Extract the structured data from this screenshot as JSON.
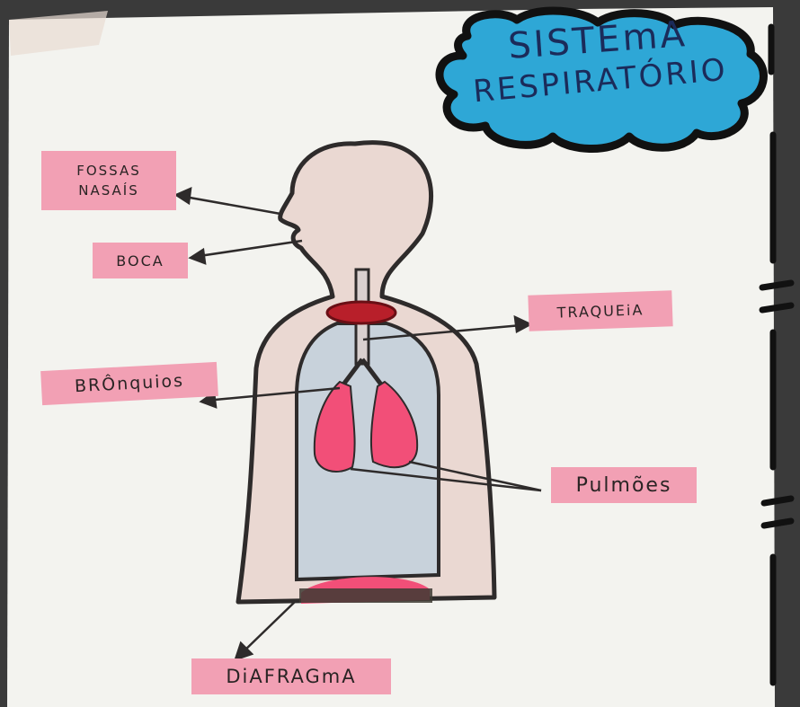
{
  "title": {
    "line1": "SISTEmA",
    "line2": "RESPIRATÓRIO"
  },
  "labels": {
    "fossas_line1": "FOSSAS",
    "fossas_line2": "NASAÍS",
    "boca": "BOCA",
    "traqueia": "TRAQUEiA",
    "bronquios": "BRÔnquios",
    "pulmoes": "Pulmões",
    "diafragma": "DiAFRAGmA"
  },
  "colors": {
    "paper": "#f4f4f0",
    "label_pink": "#f2a0b4",
    "title_cloud": "#2ea7d6",
    "lung": "#f24f78",
    "body_fill": "#ead7d0",
    "chest_fill": "#c9d3dc",
    "outline": "#2e2b2b"
  }
}
